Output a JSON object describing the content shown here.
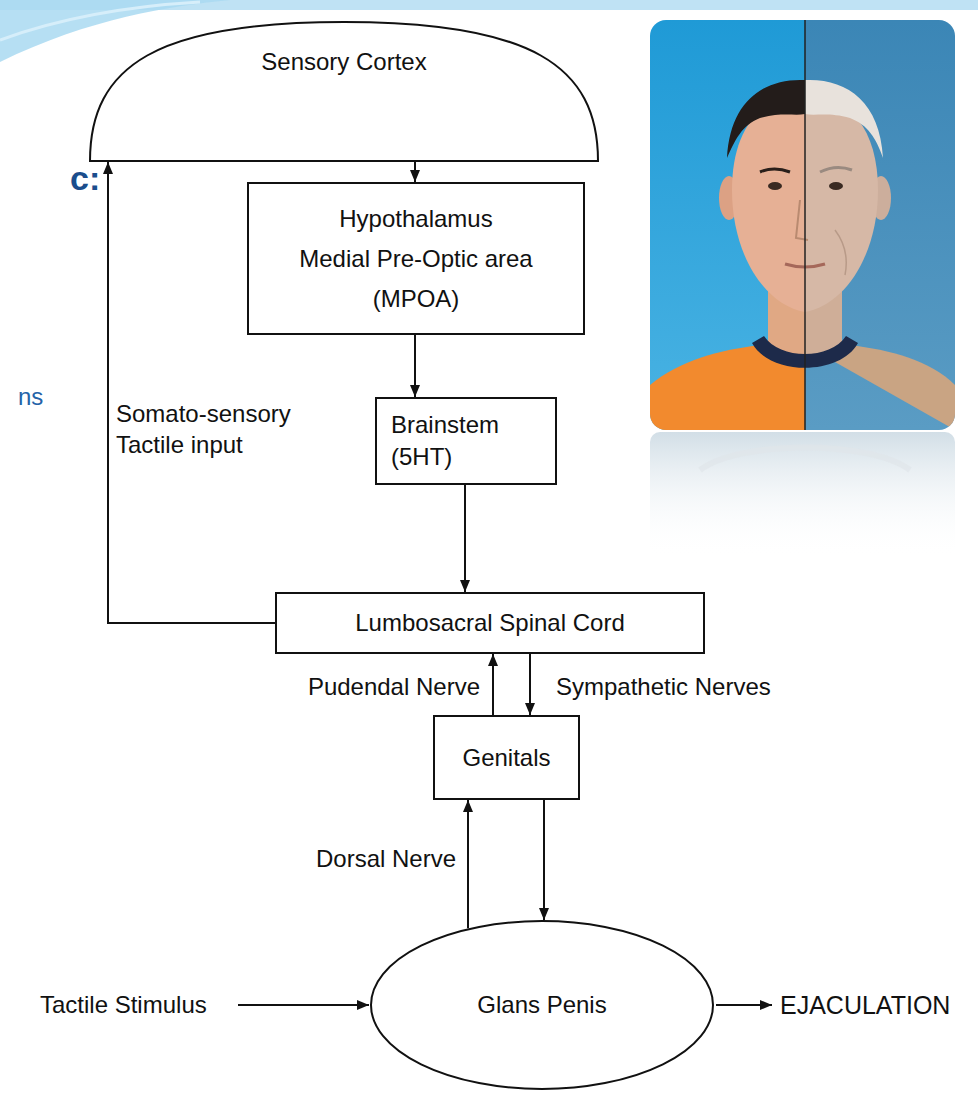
{
  "diagram": {
    "nodes": [
      {
        "text": [
          "Sensory Cortex"
        ]
      },
      {
        "text": [
          "Hypothalamus",
          "Medial Pre-Optic area (MPOA)"
        ]
      },
      {
        "text": [
          "Brainstem (5HT)"
        ]
      },
      {
        "text": [
          "Lumbosacral Spinal Cord"
        ]
      },
      {
        "text": [
          "Genitals"
        ]
      },
      {
        "text": [
          "Glans Penis"
        ]
      }
    ],
    "edges": [
      {
        "from": 0,
        "to": 1,
        "arrow": "to"
      },
      {
        "from": 1,
        "to": 2,
        "arrow": "to"
      },
      {
        "from": 2,
        "to": 3,
        "arrow": "to"
      },
      {
        "from": 3,
        "to": 0,
        "label": "Somato-sensory Tactile input",
        "arrow": "to"
      },
      {
        "from": 4,
        "to": 3,
        "label": "Pudendal Nerve",
        "arrow": "to"
      },
      {
        "from": 3,
        "to": 4,
        "label": "Sympathetic Nerves",
        "arrow": "to"
      },
      {
        "from": 5,
        "to": 4,
        "label": "Dorsal Nerve",
        "arrow": "to"
      },
      {
        "from": 4,
        "to": 5,
        "arrow": "to"
      }
    ],
    "labels": [
      "c:",
      "ns",
      "Tactile Stimulus",
      "EJACULATION"
    ]
  }
}
